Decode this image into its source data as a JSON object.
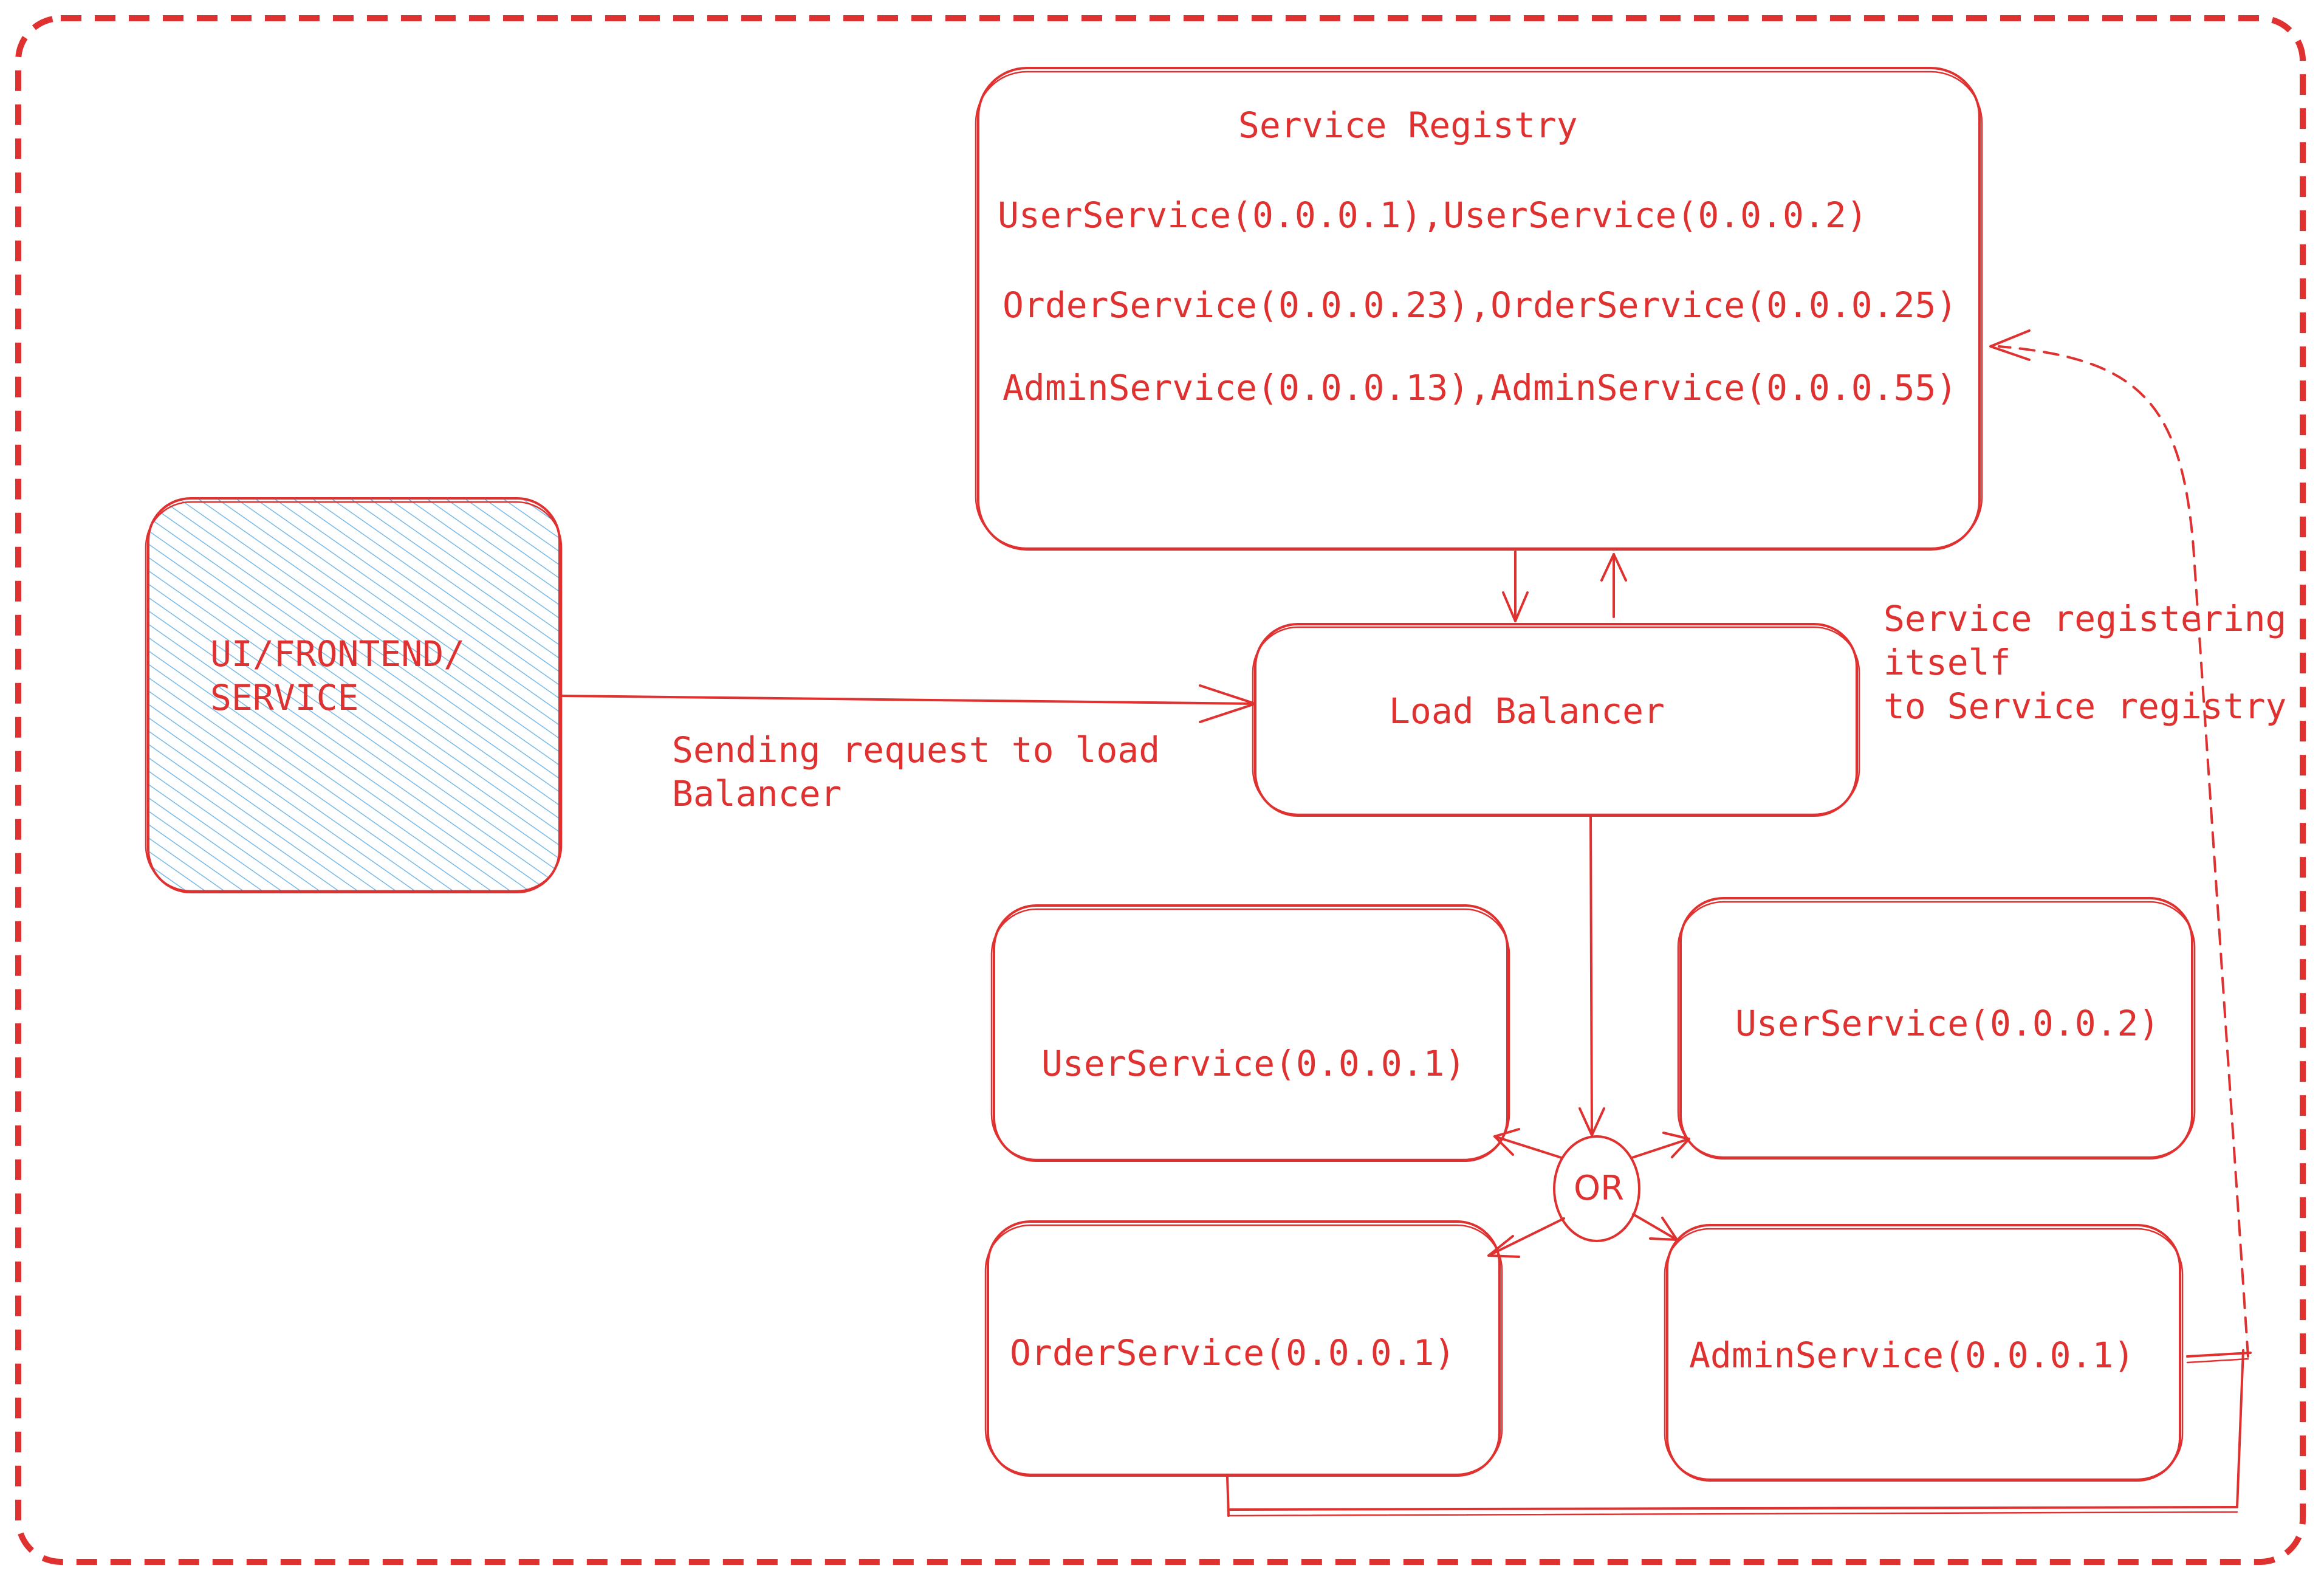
{
  "colors": {
    "stroke": "#e03131",
    "hatch": "#74b9e8",
    "background": "#ffffff"
  },
  "frontend": {
    "lines": [
      "UI/FRONTEND/",
      "SERVICE"
    ]
  },
  "request_label": {
    "lines": [
      "Sending request to load",
      "Balancer"
    ]
  },
  "registry": {
    "title": "Service Registry",
    "entries": [
      "UserService(0.0.0.1),UserService(0.0.0.2)",
      "OrderService(0.0.0.23),OrderService(0.0.0.25)",
      "AdminService(0.0.0.13),AdminService(0.0.0.55)"
    ]
  },
  "load_balancer": {
    "label": "Load Balancer"
  },
  "registration_label": {
    "lines": [
      "Service registering",
      "itself",
      "to Service registry"
    ]
  },
  "or_label": "OR",
  "services": {
    "user_1": "UserService(0.0.0.1)",
    "user_2": "UserService(0.0.0.2)",
    "order_1": "OrderService(0.0.0.1)",
    "admin_1": "AdminService(0.0.0.1)"
  }
}
